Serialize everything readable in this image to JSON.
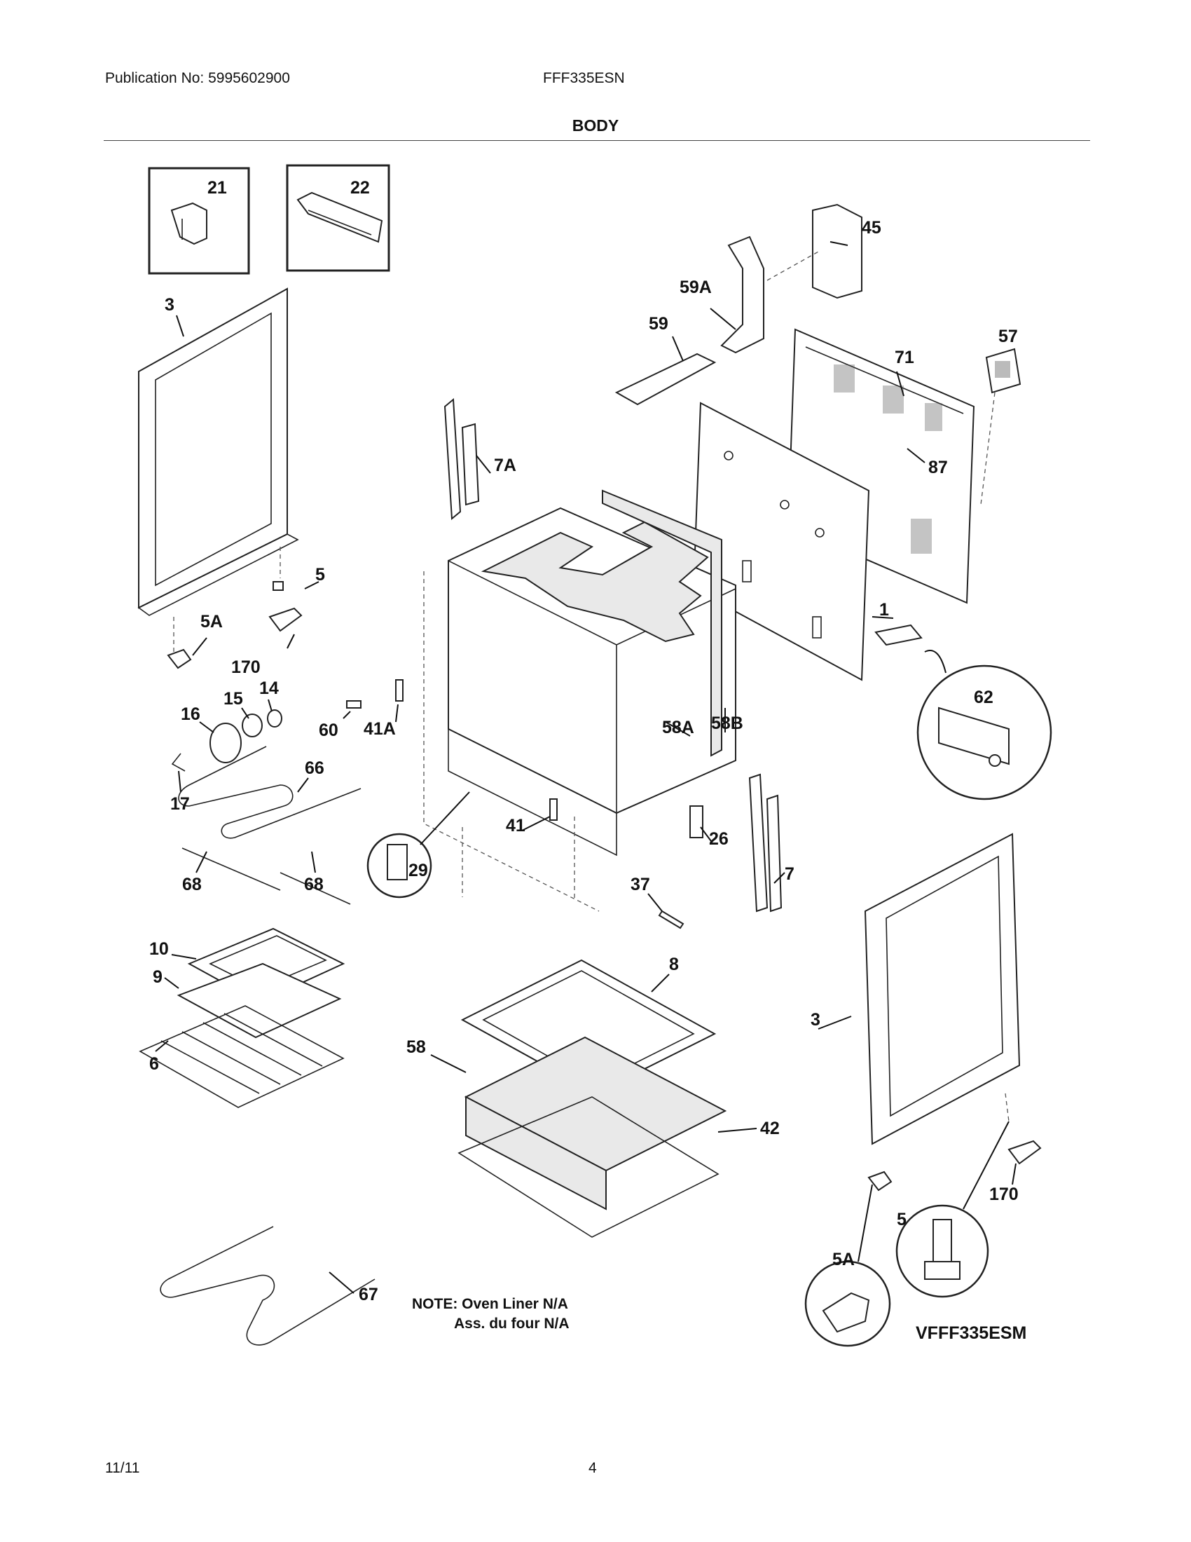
{
  "header": {
    "publication": "Publication No: 5995602900",
    "model": "FFF335ESN",
    "section_title": "BODY"
  },
  "diagram": {
    "callouts": [
      "21",
      "22",
      "3",
      "45",
      "59A",
      "59",
      "57",
      "71",
      "7A",
      "87",
      "5",
      "5A",
      "1",
      "170",
      "14",
      "15",
      "62",
      "16",
      "60",
      "41A",
      "58A",
      "58B",
      "66",
      "17",
      "41",
      "29",
      "26",
      "68",
      "68",
      "37",
      "7",
      "10",
      "8",
      "9",
      "6",
      "58",
      "3",
      "42",
      "170",
      "5",
      "5A",
      "67"
    ],
    "note_line1": "NOTE: Oven Liner N/A",
    "note_line2": "Ass. du four N/A",
    "drawing_code": "VFFF335ESM"
  },
  "footer": {
    "date": "11/11",
    "page": "4"
  }
}
